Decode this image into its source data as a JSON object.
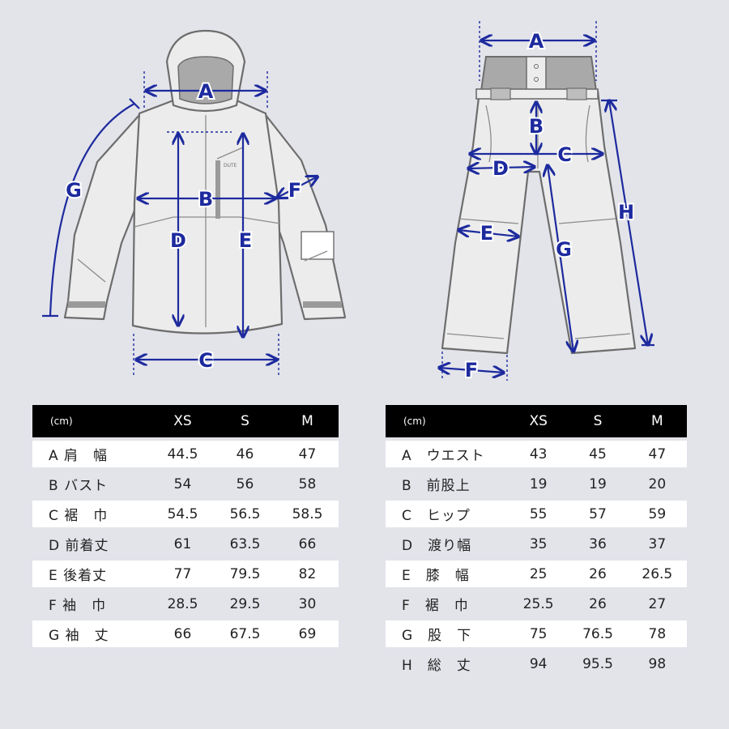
{
  "diagram": {
    "jacket": {
      "brand_logo": "DUTE",
      "markers": [
        "A",
        "B",
        "C",
        "D",
        "E",
        "F",
        "G"
      ]
    },
    "pants": {
      "markers": [
        "A",
        "B",
        "C",
        "D",
        "E",
        "F",
        "G",
        "H"
      ]
    },
    "colors": {
      "dimension_line": "#1d2a9e",
      "garment_fill": "#ececec",
      "outline": "#6d6d6d"
    }
  },
  "jacket_table": {
    "unit": "(cm)",
    "sizes": [
      "XS",
      "S",
      "M"
    ],
    "rows": [
      {
        "item": "A 肩　幅",
        "values": [
          "44.5",
          "46",
          "47"
        ]
      },
      {
        "item": "B バスト",
        "values": [
          "54",
          "56",
          "58"
        ]
      },
      {
        "item": "C 裾　巾",
        "values": [
          "54.5",
          "56.5",
          "58.5"
        ]
      },
      {
        "item": "D 前着丈",
        "values": [
          "61",
          "63.5",
          "66"
        ]
      },
      {
        "item": "E 後着丈",
        "values": [
          "77",
          "79.5",
          "82"
        ]
      },
      {
        "item": "F 袖　巾",
        "values": [
          "28.5",
          "29.5",
          "30"
        ]
      },
      {
        "item": "G 袖　丈",
        "values": [
          "66",
          "67.5",
          "69"
        ]
      }
    ]
  },
  "pants_table": {
    "unit": "(cm)",
    "sizes": [
      "XS",
      "S",
      "M"
    ],
    "rows": [
      {
        "item": "A　ウエスト",
        "values": [
          "43",
          "45",
          "47"
        ]
      },
      {
        "item": "B　前股上",
        "values": [
          "19",
          "19",
          "20"
        ]
      },
      {
        "item": "C　ヒップ",
        "values": [
          "55",
          "57",
          "59"
        ]
      },
      {
        "item": "D　渡り幅",
        "values": [
          "35",
          "36",
          "37"
        ]
      },
      {
        "item": "E　膝　幅",
        "values": [
          "25",
          "26",
          "26.5"
        ]
      },
      {
        "item": "F　裾　巾",
        "values": [
          "25.5",
          "26",
          "27"
        ]
      },
      {
        "item": "G　股　下",
        "values": [
          "75",
          "76.5",
          "78"
        ]
      },
      {
        "item": "H　総　丈",
        "values": [
          "94",
          "95.5",
          "98"
        ]
      }
    ]
  }
}
